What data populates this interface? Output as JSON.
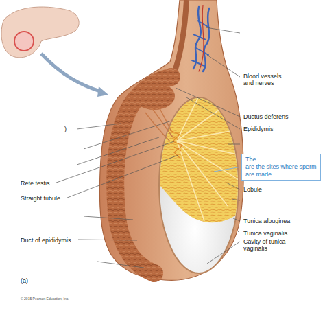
{
  "diagram": {
    "nodes": [
      {
        "text": [
          "The",
          "are the sites where sperm are made."
        ]
      }
    ],
    "labels": [
      "Blood vessels and nerves",
      "Ductus deferens",
      "Epididymis",
      "Lobule",
      "Tunica albuginea",
      "Tunica vaginalis",
      "Cavity of tunica vaginalis",
      ")",
      "Rete testis",
      "Straight tubule",
      "Duct of epididymis",
      "(a)",
      "© 2015 Pearson Education, Inc."
    ]
  }
}
